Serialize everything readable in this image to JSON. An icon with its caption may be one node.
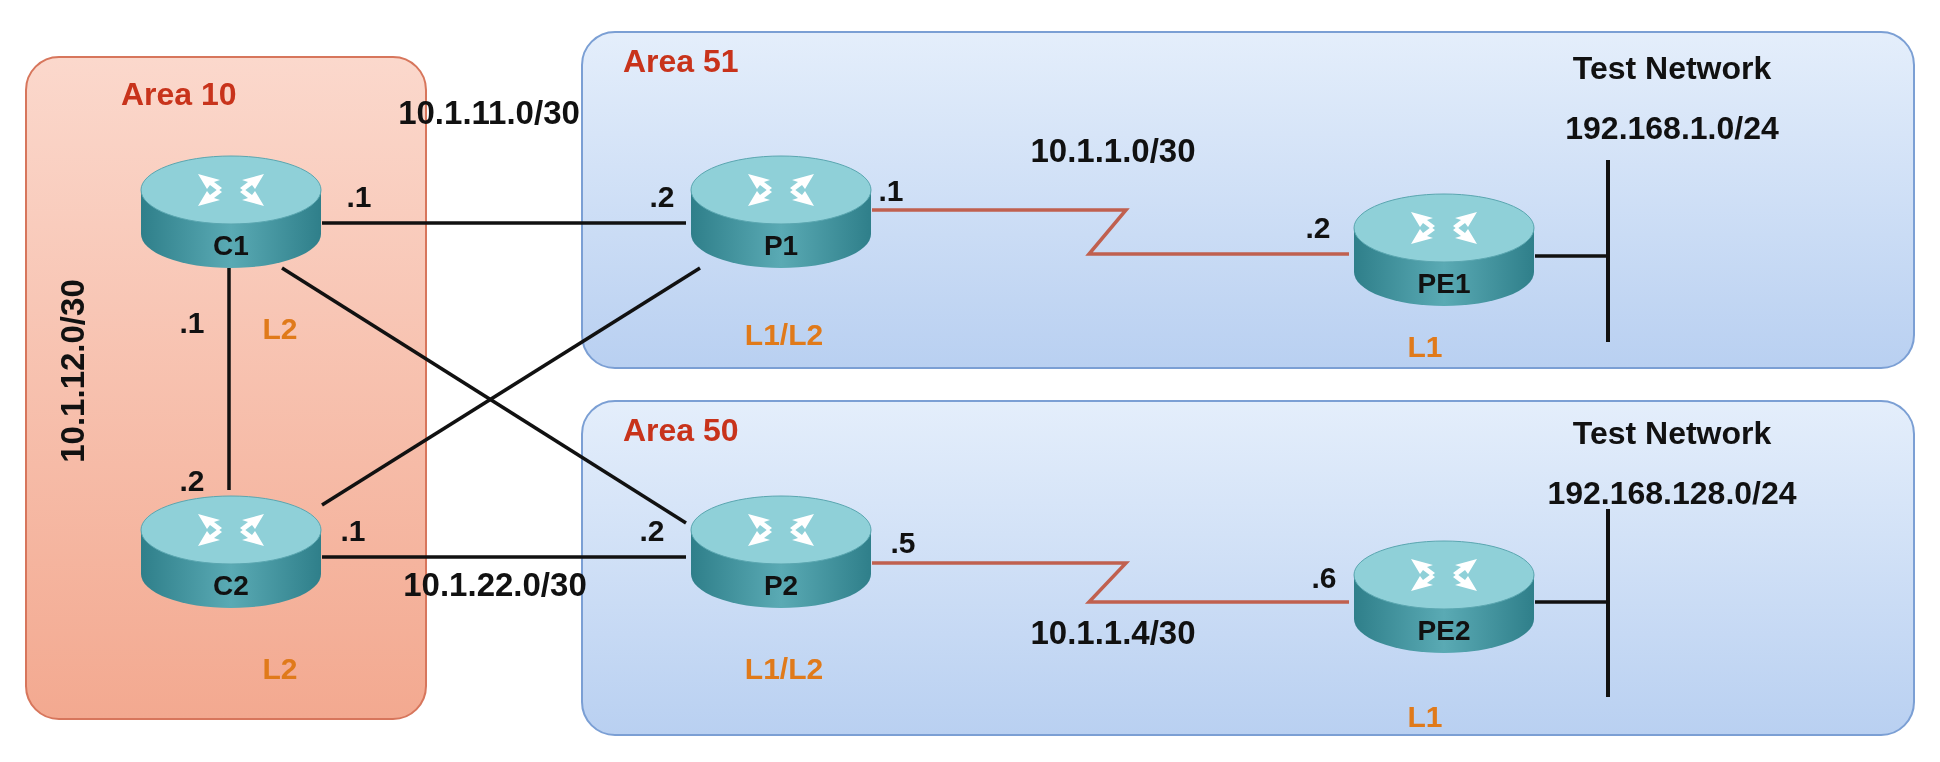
{
  "diagram": {
    "nodes": [
      {
        "text": [
          "Area 10"
        ]
      },
      {
        "text": [
          "C1"
        ],
        "in": 0,
        "beside": [
          "L2"
        ]
      },
      {
        "text": [
          "C2"
        ],
        "in": 0,
        "beside": [
          "L2"
        ]
      },
      {
        "text": [
          "Area 51"
        ]
      },
      {
        "text": [
          "P1"
        ],
        "in": 3,
        "beside": [
          "L1/L2"
        ]
      },
      {
        "text": [
          "PE1"
        ],
        "in": 3,
        "beside": [
          "L1"
        ]
      },
      {
        "text": [
          "Test Network",
          "192.168.1.0/24"
        ],
        "in": 3
      },
      {
        "text": [
          "Area 50"
        ]
      },
      {
        "text": [
          "P2"
        ],
        "in": 7,
        "beside": [
          "L1/L2"
        ]
      },
      {
        "text": [
          "PE2"
        ],
        "in": 7,
        "beside": [
          "L1"
        ]
      },
      {
        "text": [
          "Test Network",
          "192.168.128.0/24"
        ],
        "in": 7
      }
    ],
    "edges": [
      {
        "from": 1,
        "to": 4,
        "arrow": "none",
        "label": "10.1.11.0/30"
      },
      {
        "from": 1,
        "to": 2,
        "arrow": "none",
        "label": "10.1.12.0/30"
      },
      {
        "from": 1,
        "to": 8,
        "arrow": "none"
      },
      {
        "from": 2,
        "to": 4,
        "arrow": "none"
      },
      {
        "from": 2,
        "to": 8,
        "arrow": "none",
        "label": "10.1.22.0/30"
      },
      {
        "from": 4,
        "to": 5,
        "arrow": "none",
        "label": "10.1.1.0/30",
        "color": "#c0604f"
      },
      {
        "from": 8,
        "to": 9,
        "arrow": "none",
        "label": "10.1.1.4/30",
        "color": "#c0604f"
      },
      {
        "from": 5,
        "to": 6,
        "arrow": "none"
      },
      {
        "from": 9,
        "to": 10,
        "arrow": "none"
      }
    ],
    "labels": [
      ".1",
      ".2",
      ".1",
      ".2",
      ".1",
      ".2",
      ".1",
      ".2",
      ".5",
      ".6"
    ]
  }
}
